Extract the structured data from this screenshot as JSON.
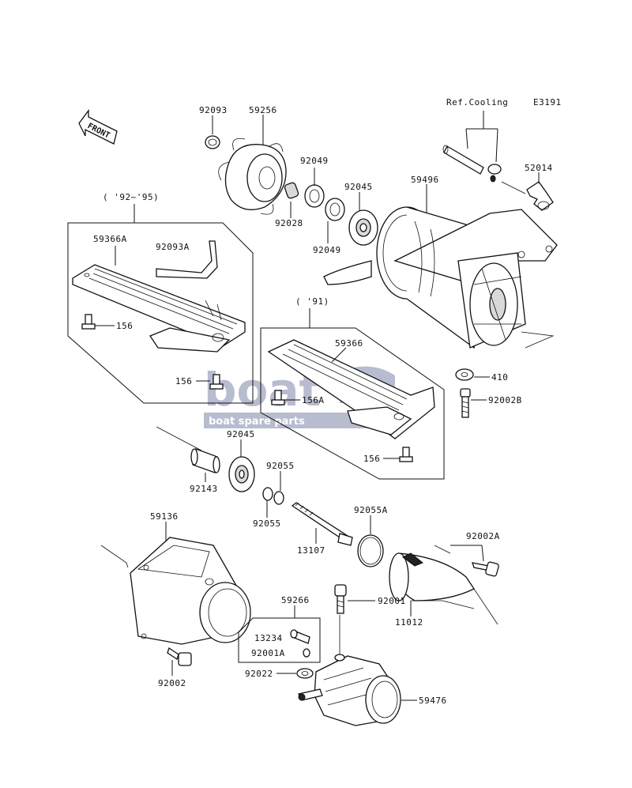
{
  "diagram": {
    "code": "E3191",
    "front_label": "FRONT",
    "ref_cooling": "Ref.Cooling",
    "group_92_95": "( '92~'95)",
    "group_91": "( '91)",
    "watermark_text": "boat",
    "watermark_sub": "boat spare parts",
    "watermark_color": "#7f86a8"
  },
  "parts": {
    "p92093": "92093",
    "p59256": "59256",
    "p92049_a": "92049",
    "p92049_b": "92049",
    "p92028": "92028",
    "p92045_a": "92045",
    "p59496": "59496",
    "p52014": "52014",
    "p59366A": "59366A",
    "p92093A": "92093A",
    "p156_a": "156",
    "p156_b": "156",
    "p156A": "156A",
    "p59366": "59366",
    "p156_c": "156",
    "p410": "410",
    "p92002B": "92002B",
    "p92045_b": "92045",
    "p92055_a": "92055",
    "p92055_b": "92055",
    "p92143": "92143",
    "p92055A": "92055A",
    "p13107": "13107",
    "p59136": "59136",
    "p92002A": "92002A",
    "p92001": "92001",
    "p59266": "59266",
    "p13234": "13234",
    "p92001A": "92001A",
    "p11012": "11012",
    "p92022": "92022",
    "p92002": "92002",
    "p59476": "59476"
  }
}
